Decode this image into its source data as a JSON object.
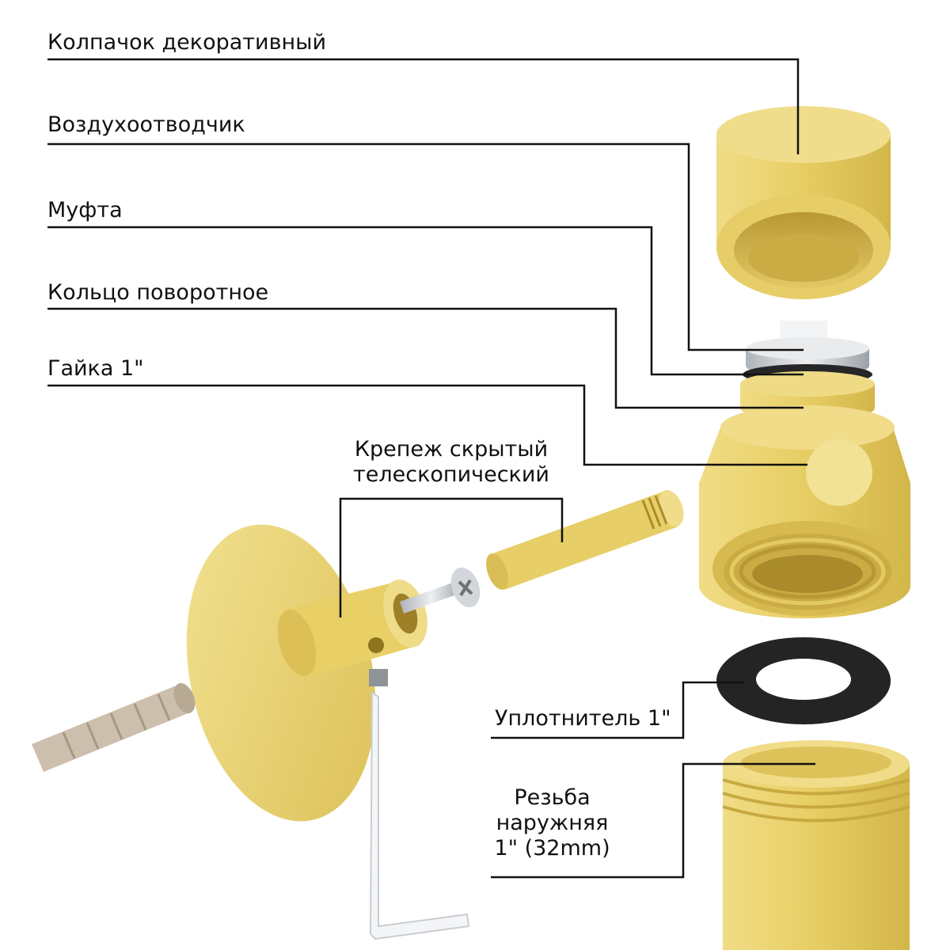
{
  "labels": {
    "cap": "Колпачок  декоративный",
    "air_vent": "Воздухоотводчик",
    "coupling": "Муфта",
    "swivel_ring": "Кольцо поворотное",
    "nut": "Гайка 1\"",
    "mount_line1": "Крепеж  скрытый",
    "mount_line2": "телескопический",
    "seal": "Уплотнитель 1\"",
    "thread_line1": "Резьба",
    "thread_line2": "наружняя",
    "thread_line3": "1\" (32mm)"
  },
  "colors": {
    "brass": "#e6cc63",
    "brass_light": "#f4e59a",
    "brass_dark": "#b99a35",
    "rubber": "#1f1f1f",
    "steel": "#c9cdd2",
    "dowel": "#cdbfad",
    "leader": "#111111"
  }
}
